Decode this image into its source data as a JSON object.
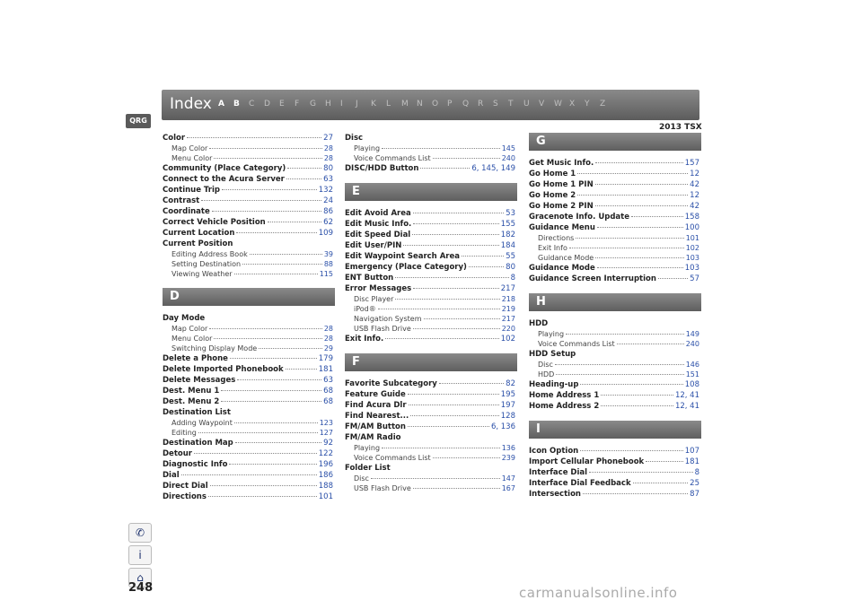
{
  "qrg_label": "QRG",
  "header": {
    "title": "Index",
    "letters": [
      {
        "l": "A",
        "on": true
      },
      {
        "l": "B",
        "on": true
      },
      {
        "l": "C",
        "on": false
      },
      {
        "l": "D",
        "on": false
      },
      {
        "l": "E",
        "on": false
      },
      {
        "l": "F",
        "on": false
      },
      {
        "l": "G",
        "on": false
      },
      {
        "l": "H",
        "on": false
      },
      {
        "l": "I",
        "on": false
      },
      {
        "l": "J",
        "on": false
      },
      {
        "l": "K",
        "on": false
      },
      {
        "l": "L",
        "on": false
      },
      {
        "l": "M",
        "on": false
      },
      {
        "l": "N",
        "on": false
      },
      {
        "l": "O",
        "on": false
      },
      {
        "l": "P",
        "on": false
      },
      {
        "l": "Q",
        "on": false
      },
      {
        "l": "R",
        "on": false
      },
      {
        "l": "S",
        "on": false
      },
      {
        "l": "T",
        "on": false
      },
      {
        "l": "U",
        "on": false
      },
      {
        "l": "V",
        "on": false
      },
      {
        "l": "W",
        "on": false
      },
      {
        "l": "X",
        "on": false
      },
      {
        "l": "Y",
        "on": false
      },
      {
        "l": "Z",
        "on": false
      }
    ]
  },
  "model_label": "2013 TSX",
  "columns": [
    [
      {
        "type": "entry",
        "term": "Color",
        "page": "27"
      },
      {
        "type": "sub",
        "term": "Map Color",
        "page": "28"
      },
      {
        "type": "sub",
        "term": "Menu Color",
        "page": "28"
      },
      {
        "type": "entry",
        "term": "Community (Place Category)",
        "page": "80"
      },
      {
        "type": "entry",
        "term": "Connect to the Acura Server",
        "page": "63"
      },
      {
        "type": "entry",
        "term": "Continue Trip",
        "page": "132"
      },
      {
        "type": "entry",
        "term": "Contrast",
        "page": "24"
      },
      {
        "type": "entry",
        "term": "Coordinate",
        "page": "86"
      },
      {
        "type": "entry",
        "term": "Correct Vehicle Position",
        "page": "62"
      },
      {
        "type": "entry",
        "term": "Current Location",
        "page": "109"
      },
      {
        "type": "head",
        "term": "Current Position"
      },
      {
        "type": "sub",
        "term": "Editing Address Book",
        "page": "39"
      },
      {
        "type": "sub",
        "term": "Setting Destination",
        "page": "88"
      },
      {
        "type": "sub",
        "term": "Viewing Weather",
        "page": "115"
      },
      {
        "type": "section",
        "term": "D"
      },
      {
        "type": "head",
        "term": "Day Mode"
      },
      {
        "type": "sub",
        "term": "Map Color",
        "page": "28"
      },
      {
        "type": "sub",
        "term": "Menu Color",
        "page": "28"
      },
      {
        "type": "sub",
        "term": "Switching Display Mode",
        "page": "29"
      },
      {
        "type": "entry",
        "term": "Delete a Phone",
        "page": "179"
      },
      {
        "type": "entry",
        "term": "Delete Imported Phonebook",
        "page": "181"
      },
      {
        "type": "entry",
        "term": "Delete Messages",
        "page": "63"
      },
      {
        "type": "entry",
        "term": "Dest. Menu 1",
        "page": "68"
      },
      {
        "type": "entry",
        "term": "Dest. Menu 2",
        "page": "68"
      },
      {
        "type": "head",
        "term": "Destination List"
      },
      {
        "type": "sub",
        "term": "Adding Waypoint",
        "page": "123"
      },
      {
        "type": "sub",
        "term": "Editing",
        "page": "127"
      },
      {
        "type": "entry",
        "term": "Destination Map",
        "page": "92"
      },
      {
        "type": "entry",
        "term": "Detour",
        "page": "122"
      },
      {
        "type": "entry",
        "term": "Diagnostic Info",
        "page": "196"
      },
      {
        "type": "entry",
        "term": "Dial",
        "page": "186"
      },
      {
        "type": "entry",
        "term": "Direct Dial",
        "page": "188"
      },
      {
        "type": "entry",
        "term": "Directions",
        "page": "101"
      }
    ],
    [
      {
        "type": "head",
        "term": "Disc"
      },
      {
        "type": "sub",
        "term": "Playing",
        "page": "145"
      },
      {
        "type": "sub",
        "term": "Voice Commands List",
        "page": "240"
      },
      {
        "type": "entry",
        "term": "DISC/HDD Button",
        "page": "6, 145, 149"
      },
      {
        "type": "section",
        "term": "E"
      },
      {
        "type": "entry",
        "term": "Edit Avoid Area",
        "page": "53"
      },
      {
        "type": "entry",
        "term": "Edit Music Info.",
        "page": "155"
      },
      {
        "type": "entry",
        "term": "Edit Speed Dial",
        "page": "182"
      },
      {
        "type": "entry",
        "term": "Edit User/PIN",
        "page": "184"
      },
      {
        "type": "entry",
        "term": "Edit Waypoint Search Area",
        "page": "55"
      },
      {
        "type": "entry",
        "term": "Emergency (Place Category)",
        "page": "80"
      },
      {
        "type": "entry",
        "term": "ENT Button",
        "page": "8"
      },
      {
        "type": "entry",
        "term": "Error Messages",
        "page": "217"
      },
      {
        "type": "sub",
        "term": "Disc Player",
        "page": "218"
      },
      {
        "type": "sub",
        "term": "iPod®",
        "page": "219"
      },
      {
        "type": "sub",
        "term": "Navigation System",
        "page": "217"
      },
      {
        "type": "sub",
        "term": "USB Flash Drive",
        "page": "220"
      },
      {
        "type": "entry",
        "term": "Exit Info.",
        "page": "102"
      },
      {
        "type": "section",
        "term": "F"
      },
      {
        "type": "entry",
        "term": "Favorite Subcategory",
        "page": "82"
      },
      {
        "type": "entry",
        "term": "Feature Guide",
        "page": "195"
      },
      {
        "type": "entry",
        "term": "Find Acura Dlr",
        "page": "197"
      },
      {
        "type": "entry",
        "term": "Find Nearest...",
        "page": "128"
      },
      {
        "type": "entry",
        "term": "FM/AM Button",
        "page": "6, 136"
      },
      {
        "type": "head",
        "term": "FM/AM Radio"
      },
      {
        "type": "sub",
        "term": "Playing",
        "page": "136"
      },
      {
        "type": "sub",
        "term": "Voice Commands List",
        "page": "239"
      },
      {
        "type": "head",
        "term": "Folder List"
      },
      {
        "type": "sub",
        "term": "Disc",
        "page": "147"
      },
      {
        "type": "sub",
        "term": "USB Flash Drive",
        "page": "167"
      }
    ],
    [
      {
        "type": "section-top",
        "term": "G"
      },
      {
        "type": "entry",
        "term": "Get Music Info.",
        "page": "157"
      },
      {
        "type": "entry",
        "term": "Go Home 1",
        "page": "12"
      },
      {
        "type": "entry",
        "term": "Go Home 1 PIN",
        "page": "42"
      },
      {
        "type": "entry",
        "term": "Go Home 2",
        "page": "12"
      },
      {
        "type": "entry",
        "term": "Go Home 2 PIN",
        "page": "42"
      },
      {
        "type": "entry",
        "term": "Gracenote Info. Update",
        "page": "158"
      },
      {
        "type": "entry",
        "term": "Guidance Menu",
        "page": "100"
      },
      {
        "type": "sub",
        "term": "Directions",
        "page": "101"
      },
      {
        "type": "sub",
        "term": "Exit Info",
        "page": "102"
      },
      {
        "type": "sub",
        "term": "Guidance Mode",
        "page": "103"
      },
      {
        "type": "entry",
        "term": "Guidance Mode",
        "page": "103"
      },
      {
        "type": "entry",
        "term": "Guidance Screen Interruption",
        "page": "57"
      },
      {
        "type": "section",
        "term": "H"
      },
      {
        "type": "head",
        "term": "HDD"
      },
      {
        "type": "sub",
        "term": "Playing",
        "page": "149"
      },
      {
        "type": "sub",
        "term": "Voice Commands List",
        "page": "240"
      },
      {
        "type": "head",
        "term": "HDD Setup"
      },
      {
        "type": "sub",
        "term": "Disc",
        "page": "146"
      },
      {
        "type": "sub",
        "term": "HDD",
        "page": "151"
      },
      {
        "type": "entry",
        "term": "Heading-up",
        "page": "108"
      },
      {
        "type": "entry",
        "term": "Home Address 1",
        "page": "12, 41"
      },
      {
        "type": "entry",
        "term": "Home Address 2",
        "page": "12, 41"
      },
      {
        "type": "section",
        "term": "I"
      },
      {
        "type": "entry",
        "term": "Icon Option",
        "page": "107"
      },
      {
        "type": "entry",
        "term": "Import Cellular Phonebook",
        "page": "181"
      },
      {
        "type": "entry",
        "term": "Interface Dial",
        "page": "8"
      },
      {
        "type": "entry",
        "term": "Interface Dial Feedback",
        "page": "25"
      },
      {
        "type": "entry",
        "term": "Intersection",
        "page": "87"
      }
    ]
  ],
  "side_icons": [
    {
      "name": "voice-icon",
      "glyph": "✆"
    },
    {
      "name": "info-icon",
      "glyph": "i"
    },
    {
      "name": "home-icon",
      "glyph": "⌂"
    }
  ],
  "page_number": "248",
  "watermark": "carmanualsonline.info"
}
